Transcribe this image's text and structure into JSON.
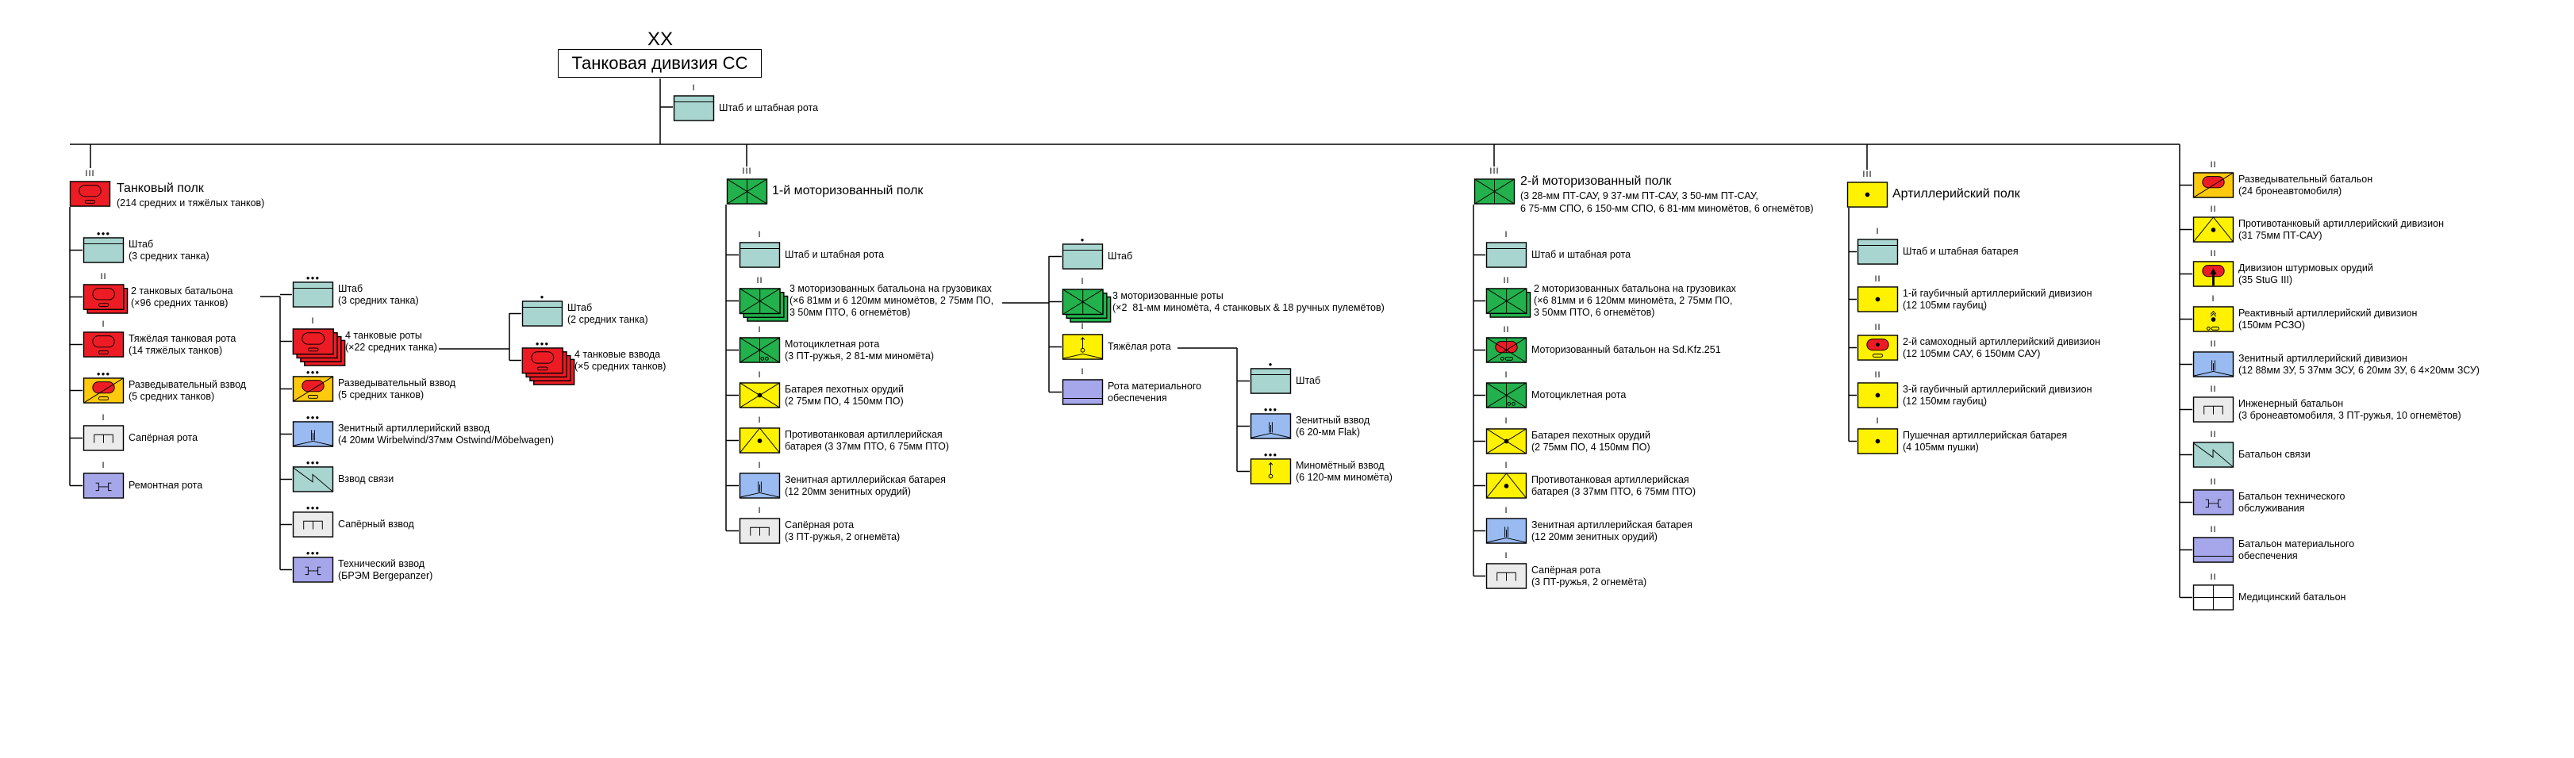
{
  "division": {
    "echelon": "XX",
    "title": "Танковая дивизия СС",
    "hq": {
      "label": "Штаб и штабная рота",
      "icon": "hq",
      "echelon": "I"
    }
  },
  "tank_regiment": {
    "title": "Танковый полк",
    "subtitle": "(214 средних и тяжёлых танков)",
    "icon": "armor",
    "echelon": "III",
    "units": [
      {
        "label": "Штаб\n(3 средних танка)",
        "icon": "hq",
        "echelon": "●●●"
      },
      {
        "label": "2 танковых батальона\n(×96 средних танков)",
        "icon": "armor",
        "echelon": "II"
      },
      {
        "label": "Тяжёлая танковая рота\n(14 тяжёлых танков)",
        "icon": "armor",
        "echelon": "I"
      },
      {
        "label": "Разведывательный взвод\n(5 средних танков)",
        "icon": "recon-armor",
        "echelon": "●●●"
      },
      {
        "label": "Сапёрная рота",
        "icon": "engineer",
        "echelon": "I"
      },
      {
        "label": "Ремонтная рота",
        "icon": "maintenance",
        "echelon": "I"
      }
    ]
  },
  "tank_battalion": {
    "units": [
      {
        "label": "Штаб\n(3 средних танка)",
        "icon": "hq",
        "echelon": "●●●"
      },
      {
        "label": "4 танковые роты\n(×22 средних танка)",
        "icon": "armor",
        "echelon": "I"
      },
      {
        "label": "Разведывательный взвод\n(5 средних танков)",
        "icon": "recon-armor",
        "echelon": "●●●"
      },
      {
        "label": "Зенитный артиллерийский взвод\n(4 20мм Wirbelwind/37мм Ostwind/Möbelwagen)",
        "icon": "anti-aircraft",
        "echelon": "●●●"
      },
      {
        "label": "Взвод связи",
        "icon": "signal",
        "echelon": "●●●"
      },
      {
        "label": "Сапёрный взвод",
        "icon": "engineer",
        "echelon": "●●●"
      },
      {
        "label": "Технический взвод\n(БРЭМ Bergepanzer)",
        "icon": "maintenance",
        "echelon": "●●●"
      }
    ]
  },
  "tank_company": {
    "units": [
      {
        "label": "Штаб\n(2 средних танка)",
        "icon": "hq",
        "echelon": "●"
      },
      {
        "label": "4 танковые взвода\n(×5 средних танков)",
        "icon": "armor",
        "echelon": "●●●"
      }
    ]
  },
  "motor_regiment_1": {
    "title": "1-й моторизованный полк",
    "icon": "infantry",
    "echelon": "III",
    "units": [
      {
        "label": "Штаб и штабная рота",
        "icon": "hq",
        "echelon": "I"
      },
      {
        "label": "3 моторизованных батальона на грузовиках\n(×6 81мм и 6 120мм миномётов, 2 75мм ПО,\n3 50мм ПТО, 6 огнемётов)",
        "icon": "infantry",
        "echelon": "II"
      },
      {
        "label": "Мотоциклетная рота\n(3 ПТ-ружья, 2 81-мм миномёта)",
        "icon": "motorcycle",
        "echelon": "I"
      },
      {
        "label": "Батарея пехотных орудий\n(2 75мм ПО, 4 150мм ПО)",
        "icon": "infantry-gun",
        "echelon": "I"
      },
      {
        "label": "Противотанковая артиллерийская\nбатарея (3 37мм ПТО, 6 75мм ПТО)",
        "icon": "anti-tank",
        "echelon": "I"
      },
      {
        "label": "Зенитная артиллерийская батарея\n(12 20мм зенитных орудий)",
        "icon": "anti-aircraft",
        "echelon": "I"
      },
      {
        "label": "Сапёрная рота\n(3 ПТ-ружья, 2 огнемёта)",
        "icon": "engineer",
        "echelon": "I"
      }
    ]
  },
  "motor_battalion": {
    "units": [
      {
        "label": "Штаб",
        "icon": "hq",
        "echelon": "●"
      },
      {
        "label": "3 моторизованные роты\n(×2  81-мм миномёта, 4 станковых & 18 ручных пулемётов)",
        "icon": "infantry",
        "echelon": "I"
      },
      {
        "label": "Тяжёлая рота",
        "icon": "heavy-weapons",
        "echelon": "I"
      },
      {
        "label": "Рота материального\nобеспечения",
        "icon": "supply",
        "echelon": "I"
      }
    ]
  },
  "heavy_company": {
    "units": [
      {
        "label": "Штаб",
        "icon": "hq",
        "echelon": "●"
      },
      {
        "label": "Зенитный взвод\n(6 20-мм Flak)",
        "icon": "anti-aircraft",
        "echelon": "●●●"
      },
      {
        "label": "Миномётный взвод\n(6 120-мм миномёта)",
        "icon": "mortar",
        "echelon": "●●●"
      }
    ]
  },
  "motor_regiment_2": {
    "title": "2-й моторизованный полк",
    "subtitle": "(3 28-мм ПТ-САУ, 9 37-мм ПТ-САУ, 3 50-мм ПТ-САУ,\n6 75-мм СПО, 6 150-мм СПО, 6 81-мм миномётов, 6 огнемётов)",
    "icon": "infantry",
    "echelon": "III",
    "units": [
      {
        "label": "Штаб и штабная рота",
        "icon": "hq",
        "echelon": "I"
      },
      {
        "label": "2 моторизованных батальона на грузовиках\n(×6 81мм и 6 120мм миномёта, 2 75мм ПО,\n3 50мм ПТО, 6 огнемётов)",
        "icon": "infantry",
        "echelon": "II"
      },
      {
        "label": "Моторизованный батальон на Sd.Kfz.251",
        "icon": "mechanized-infantry",
        "echelon": "II"
      },
      {
        "label": "Мотоциклетная рота",
        "icon": "motorcycle",
        "echelon": "I"
      },
      {
        "label": "Батарея пехотных орудий\n(2 75мм ПО, 4 150мм ПО)",
        "icon": "infantry-gun",
        "echelon": "I"
      },
      {
        "label": "Противотанковая артиллерийская\nбатарея (3 37мм ПТО, 6 75мм ПТО)",
        "icon": "anti-tank",
        "echelon": "I"
      },
      {
        "label": "Зенитная артиллерийская батарея\n(12 20мм зенитных орудий)",
        "icon": "anti-aircraft",
        "echelon": "I"
      },
      {
        "label": "Сапёрная рота\n(3 ПТ-ружья, 2 огнемёта)",
        "icon": "engineer",
        "echelon": "I"
      }
    ]
  },
  "artillery_regiment": {
    "title": "Артиллерийский полк",
    "icon": "artillery",
    "echelon": "III",
    "units": [
      {
        "label": "Штаб и штабная батарея",
        "icon": "hq",
        "echelon": "I"
      },
      {
        "label": "1-й гаубичный артиллерийский дивизион\n(12 105мм гаубиц)",
        "icon": "artillery",
        "echelon": "II"
      },
      {
        "label": "2-й самоходный артиллерийский дивизион\n(12 105мм САУ, 6 150мм САУ)",
        "icon": "sp-artillery",
        "echelon": "II"
      },
      {
        "label": "3-й гаубичный артиллерийский дивизион\n(12 150мм гаубиц)",
        "icon": "artillery",
        "echelon": "II"
      },
      {
        "label": "Пушечная артиллерийская батарея\n(4 105мм пушки)",
        "icon": "artillery",
        "echelon": "I"
      }
    ]
  },
  "divisional_units": {
    "units": [
      {
        "label": "Разведывательный батальон\n(24 бронеавтомобиля)",
        "icon": "armored-car-recon",
        "echelon": "II"
      },
      {
        "label": "Противотанковый артиллерийский дивизион\n(31 75мм ПТ-САУ)",
        "icon": "anti-tank",
        "echelon": "II"
      },
      {
        "label": "Дивизион штурмовых орудий\n(35 StuG III)",
        "icon": "assault-gun",
        "echelon": "II"
      },
      {
        "label": "Реактивный артиллерийский дивизион\n(150мм РСЗО)",
        "icon": "rocket-artillery",
        "echelon": "I"
      },
      {
        "label": "Зенитный артиллерийский дивизион\n(12 88мм ЗУ, 5 37мм ЗСУ, 6 20мм ЗУ, 6 4×20мм ЗСУ)",
        "icon": "anti-aircraft",
        "echelon": "II"
      },
      {
        "label": "Инженерный батальон\n(3 бронеавтомобиля, 3 ПТ-ружья, 10 огнемётов)",
        "icon": "engineer",
        "echelon": "II"
      },
      {
        "label": "Батальон связи",
        "icon": "signal",
        "echelon": "II"
      },
      {
        "label": "Батальон технического\nобслуживания",
        "icon": "maintenance",
        "echelon": "II"
      },
      {
        "label": "Батальон материального\nобеспечения",
        "icon": "supply",
        "echelon": "II"
      },
      {
        "label": "Медицинский батальон",
        "icon": "medical",
        "echelon": "II"
      }
    ]
  },
  "colors": {
    "hq": "#a8d5cf",
    "armor": "#ed1c24",
    "recon": "#ffc90e",
    "infantry": "#22b14c",
    "artillery": "#fff200",
    "anti_aircraft": "#99bbf2",
    "support": "#a6a6ea",
    "engineer": "#ebebeb",
    "medical": "#ffffff"
  }
}
